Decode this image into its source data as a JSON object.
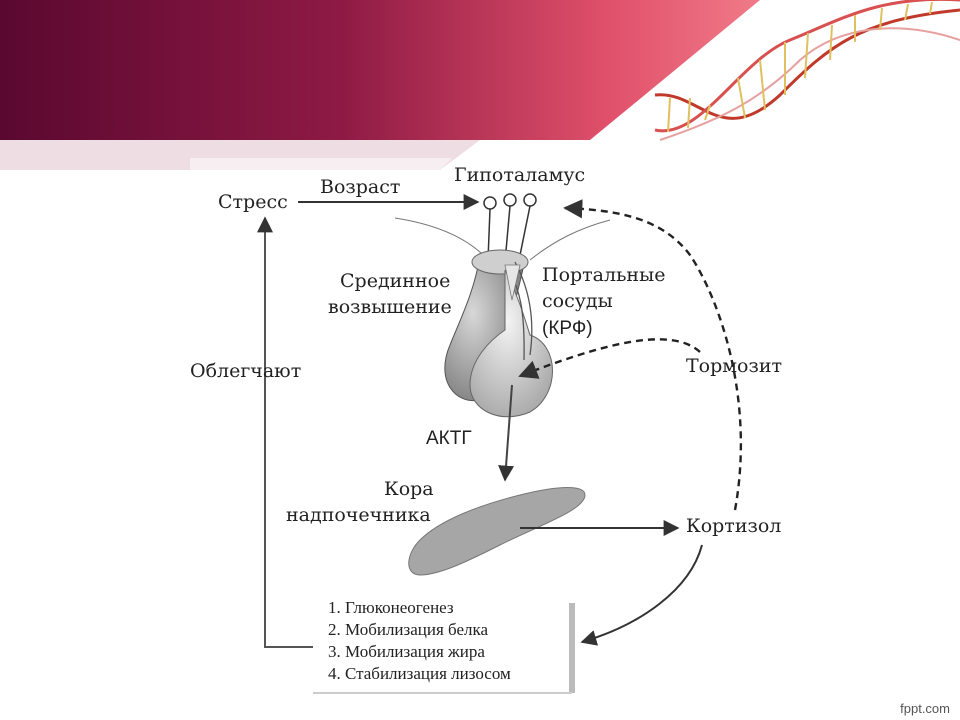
{
  "diagram": {
    "labels": {
      "stress": "Стресс",
      "age": "Возраст",
      "hypothalamus": "Гипоталамус",
      "median_eminence_1": "Срединное",
      "median_eminence_2": "возвышение",
      "portal_1": "Портальные",
      "portal_2": "сосуды",
      "portal_3": "(КРФ)",
      "facilitate": "Облегчают",
      "inhibit": "Тормозит",
      "acth": "АКТГ",
      "cortex_1": "Кора",
      "cortex_2": "надпочечника",
      "cortisol": "Кортизол"
    },
    "effects": [
      "1. Глюконеогенез",
      "2. Мобилизация белка",
      "3. Мобилизация жира",
      "4. Стабилизация лизосом"
    ]
  },
  "footer": {
    "watermark": "fppt.com"
  },
  "colors": {
    "banner_dark": "#5e0a33",
    "banner_mid": "#b02a4d",
    "banner_light": "#e0607a",
    "dna": "#c0392b"
  }
}
